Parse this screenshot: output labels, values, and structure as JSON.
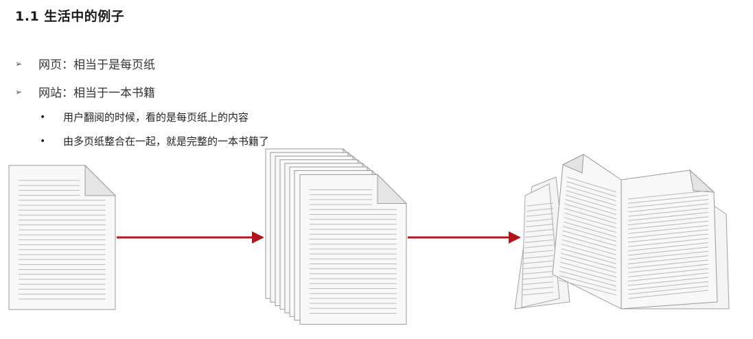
{
  "heading": "1.1 生活中的例子",
  "bullets": [
    {
      "marker": "➢",
      "text": "网页：相当于是每页纸"
    },
    {
      "marker": "➢",
      "text": "网站：相当于一本书籍"
    }
  ],
  "sub_bullets": [
    {
      "marker": "•",
      "text": "用户翻阅的时候，看的是每页纸上的内容"
    },
    {
      "marker": "•",
      "text": "由多页纸整合在一起，就是完整的一本书籍了"
    }
  ],
  "colors": {
    "arrow": "#b5121b",
    "paper_fill": "#f8f8f8",
    "paper_stroke": "#9a9a9a",
    "paper_lines": "#b8b8b8",
    "fold_fill": "#e6e6e6"
  },
  "illustration": {
    "single_page_icon": "document-icon",
    "page_stack_icon": "document-stack-icon",
    "book_icon": "open-book-icon",
    "arrow_icon": "right-arrow-icon"
  }
}
